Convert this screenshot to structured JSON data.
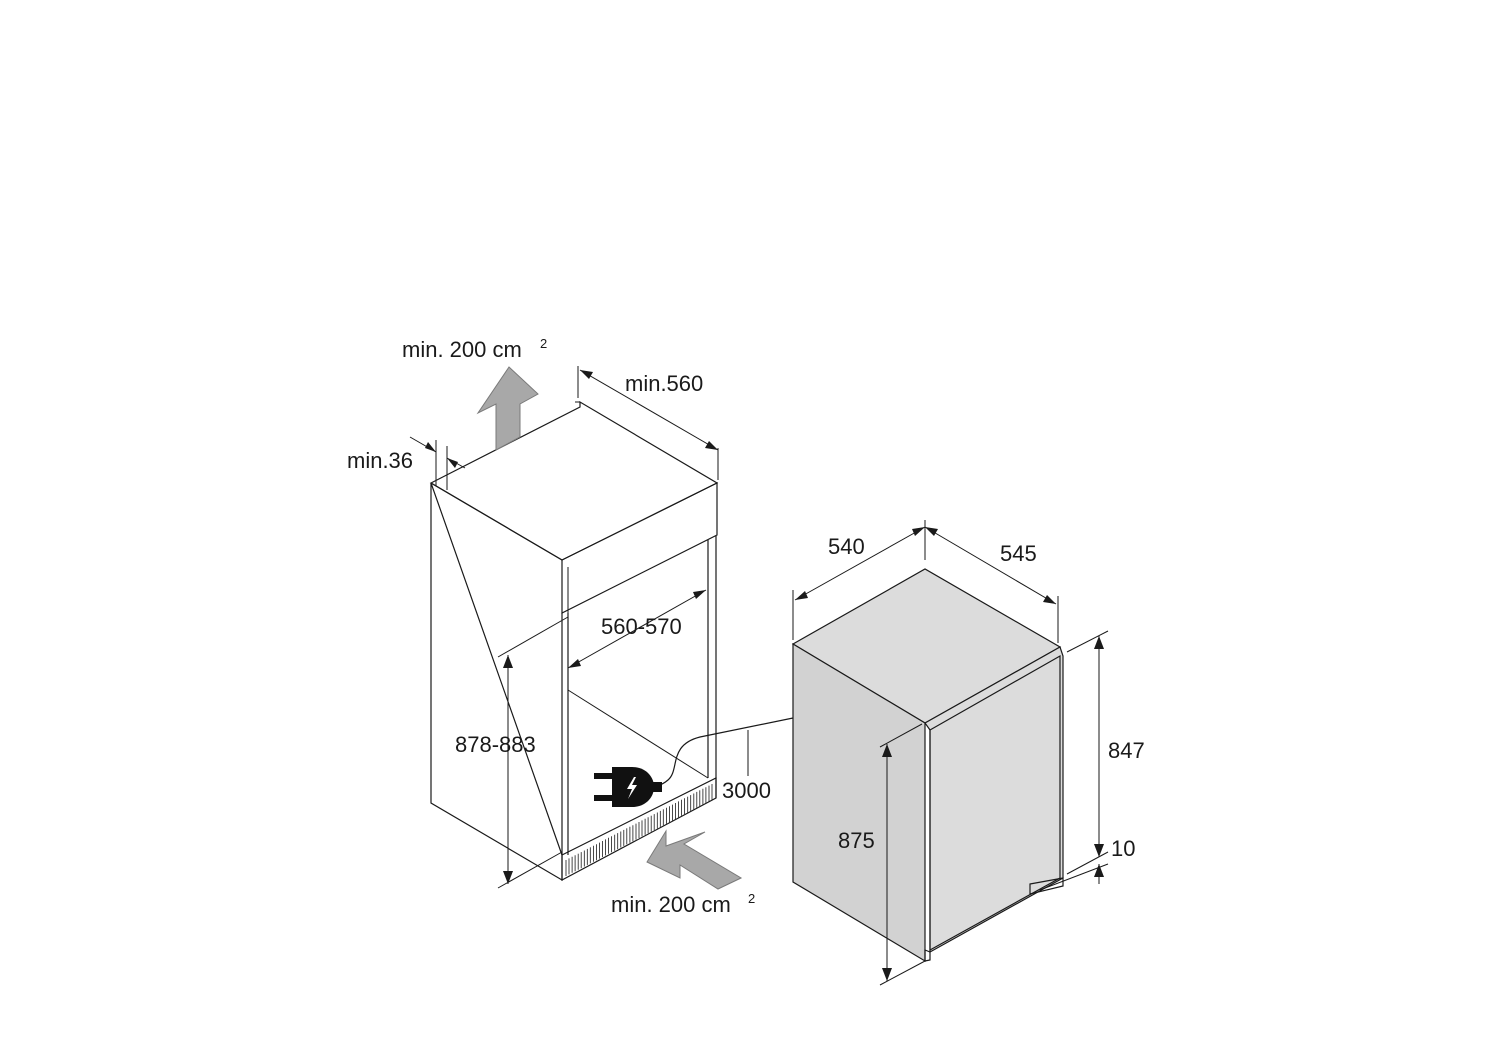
{
  "labels": {
    "vent_top": "min. 200 cm",
    "vent_top_sup": "2",
    "vent_bottom": "min. 200 cm",
    "vent_bottom_sup": "2",
    "niche_width": "min.560",
    "niche_gap": "min.36",
    "niche_depth": "560-570",
    "niche_height": "878-883",
    "cable_length": "3000",
    "appliance_width": "540",
    "appliance_depth": "545",
    "door_height": "847",
    "plinth_gap": "10",
    "appliance_height": "875"
  },
  "colors": {
    "line": "#1a1a1a",
    "appliance_fill": "#dcdcdc",
    "airflow_arrow": "#a8a8a8"
  },
  "icons": [
    "airflow-up-arrow-icon",
    "airflow-in-arrow-icon",
    "power-plug-icon"
  ]
}
